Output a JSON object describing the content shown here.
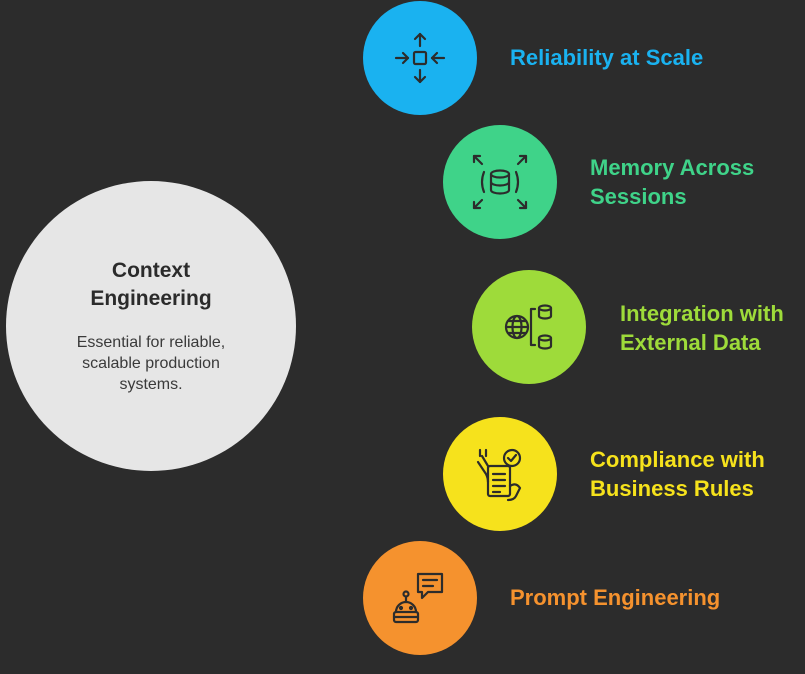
{
  "hub": {
    "title": "Context Engineering",
    "description": "Essential for reliable, scalable production systems."
  },
  "items": [
    {
      "label_lines": [
        "Reliability at Scale"
      ],
      "color": "#1ab2f0",
      "icon": "focus-arrows-icon"
    },
    {
      "label_lines": [
        "Memory Across",
        "Sessions"
      ],
      "color": "#3fd389",
      "icon": "database-expand-icon"
    },
    {
      "label_lines": [
        "Integration with",
        "External Data"
      ],
      "color": "#9edb3a",
      "icon": "globe-databases-icon"
    },
    {
      "label_lines": [
        "Compliance with",
        "Business Rules"
      ],
      "color": "#f6e21c",
      "icon": "checklist-hand-icon"
    },
    {
      "label_lines": [
        "Prompt Engineering"
      ],
      "color": "#f5922e",
      "icon": "robot-chat-icon"
    }
  ],
  "colors": {
    "background": "#2c2c2c",
    "hub": "#e6e6e6",
    "icon_stroke": "#2c2c2c"
  }
}
